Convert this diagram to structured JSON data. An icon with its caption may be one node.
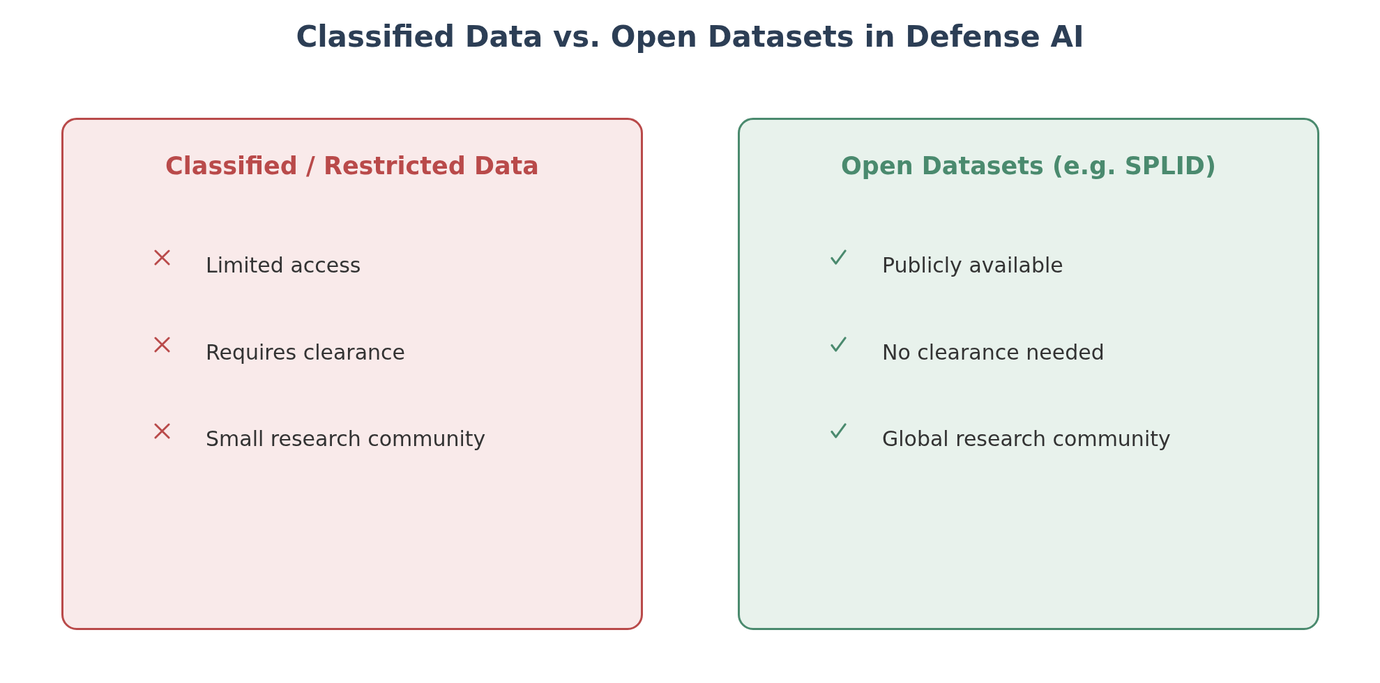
{
  "diagram": {
    "title": "Classified Data vs. Open Datasets in Defense AI",
    "nodes": [
      {
        "text": [
          "Classified / Restricted Data",
          "Limited access",
          "Requires clearance",
          "Small research community"
        ]
      },
      {
        "text": [
          "Open Datasets (e.g. SPLID)",
          "Publicly available",
          "No clearance needed",
          "Global research community"
        ]
      }
    ]
  }
}
